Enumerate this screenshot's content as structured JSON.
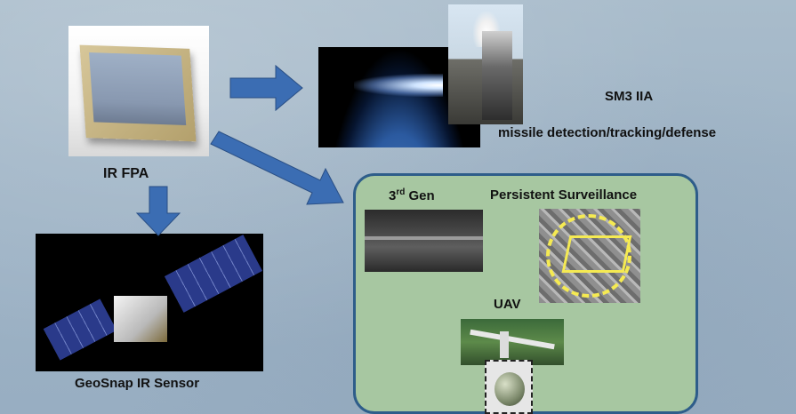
{
  "labels": {
    "ir_fpa": "IR FPA",
    "sm3": "SM3 IIA",
    "missile": "missile detection/tracking/defense",
    "gen3_main": "3",
    "gen3_sup": "rd",
    "gen3_tail": " Gen",
    "persistent": "Persistent Surveillance",
    "uav": "UAV",
    "geosnap": "GeoSnap IR Sensor"
  },
  "colors": {
    "background": "#a9bccb",
    "arrow": "#3b6db3",
    "green_box": "#a7c7a1",
    "green_box_border": "#2e5d8a",
    "surveillance_marker": "#f5ea52"
  }
}
